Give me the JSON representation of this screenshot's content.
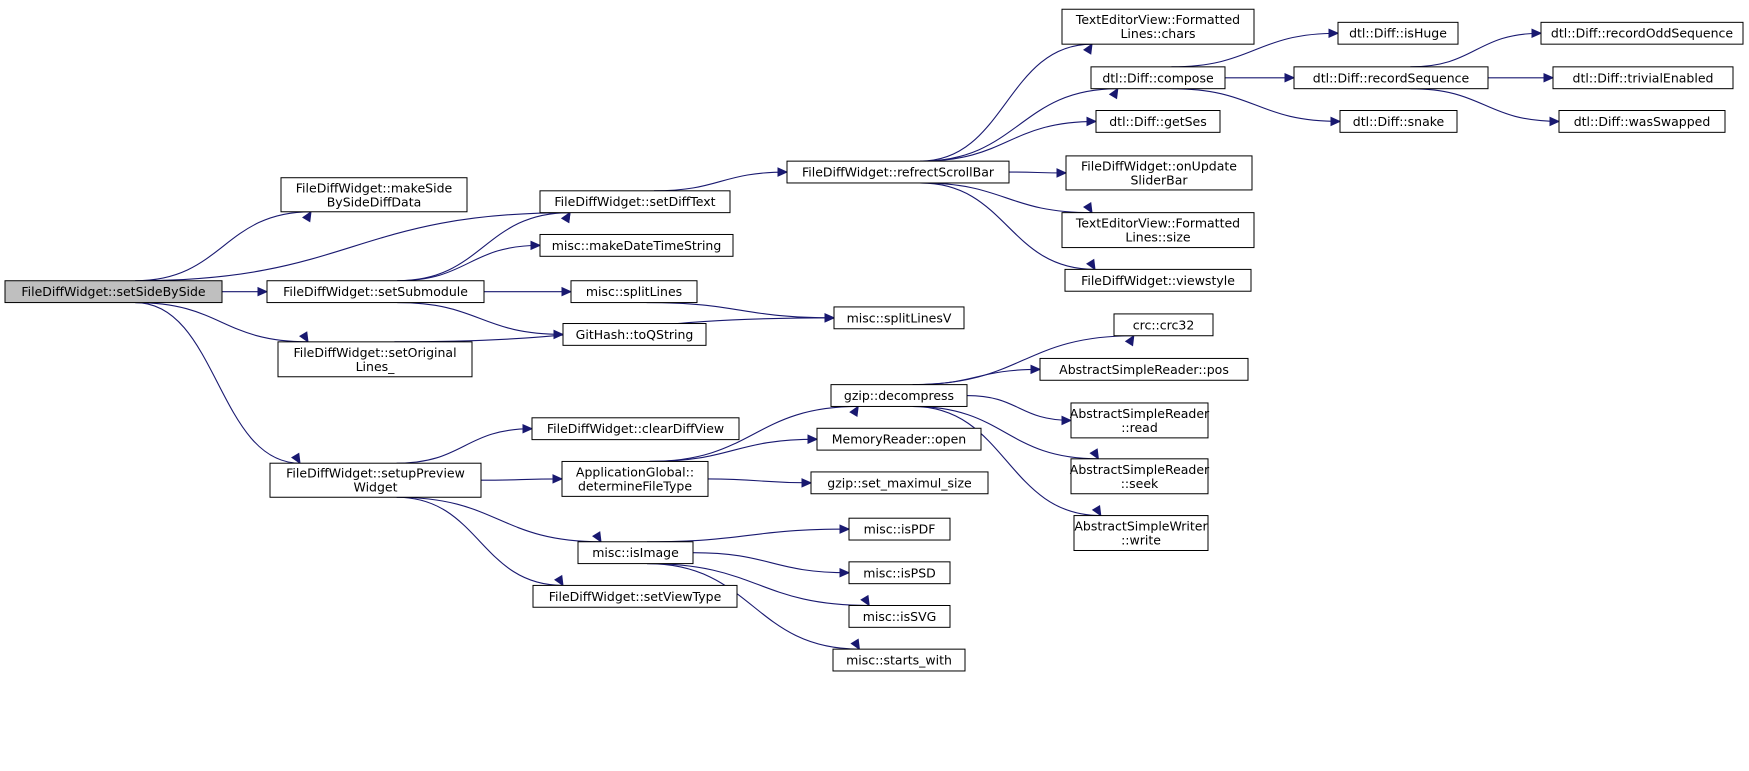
{
  "graph": {
    "edge_color": "#191970",
    "root_fill": "#bfbfbf",
    "nodes": {
      "setSideBySide": {
        "lines": [
          "FileDiffWidget::setSideBySide"
        ],
        "root": true
      },
      "makeSideBySideDiffData": {
        "lines": [
          "FileDiffWidget::makeSide",
          "BySideDiffData"
        ]
      },
      "setDiffText": {
        "lines": [
          "FileDiffWidget::setDiffText"
        ]
      },
      "setSubmodule": {
        "lines": [
          "FileDiffWidget::setSubmodule"
        ]
      },
      "setOriginalLines": {
        "lines": [
          "FileDiffWidget::setOriginal",
          "Lines_"
        ]
      },
      "setupPreviewWidget": {
        "lines": [
          "FileDiffWidget::setupPreview",
          "Widget"
        ]
      },
      "makeDateTimeString": {
        "lines": [
          "misc::makeDateTimeString"
        ]
      },
      "splitLines": {
        "lines": [
          "misc::splitLines"
        ]
      },
      "toQString": {
        "lines": [
          "GitHash::toQString"
        ]
      },
      "splitLinesV": {
        "lines": [
          "misc::splitLinesV"
        ]
      },
      "refrectScrollBar": {
        "lines": [
          "FileDiffWidget::refrectScrollBar"
        ]
      },
      "fmtChars": {
        "lines": [
          "TextEditorView::Formatted",
          "Lines::chars"
        ]
      },
      "compose": {
        "lines": [
          "dtl::Diff::compose"
        ]
      },
      "getSes": {
        "lines": [
          "dtl::Diff::getSes"
        ]
      },
      "onUpdateSliderBar": {
        "lines": [
          "FileDiffWidget::onUpdate",
          "SliderBar"
        ]
      },
      "fmtSize": {
        "lines": [
          "TextEditorView::Formatted",
          "Lines::size"
        ]
      },
      "viewstyle": {
        "lines": [
          "FileDiffWidget::viewstyle"
        ]
      },
      "isHuge": {
        "lines": [
          "dtl::Diff::isHuge"
        ]
      },
      "recordSequence": {
        "lines": [
          "dtl::Diff::recordSequence"
        ]
      },
      "snake": {
        "lines": [
          "dtl::Diff::snake"
        ]
      },
      "recordOddSequence": {
        "lines": [
          "dtl::Diff::recordOddSequence"
        ]
      },
      "trivialEnabled": {
        "lines": [
          "dtl::Diff::trivialEnabled"
        ]
      },
      "wasSwapped": {
        "lines": [
          "dtl::Diff::wasSwapped"
        ]
      },
      "clearDiffView": {
        "lines": [
          "FileDiffWidget::clearDiffView"
        ]
      },
      "determineFileType": {
        "lines": [
          "ApplicationGlobal::",
          "determineFileType"
        ]
      },
      "isImage": {
        "lines": [
          "misc::isImage"
        ]
      },
      "setViewType": {
        "lines": [
          "FileDiffWidget::setViewType"
        ]
      },
      "decompress": {
        "lines": [
          "gzip::decompress"
        ]
      },
      "memOpen": {
        "lines": [
          "MemoryReader::open"
        ]
      },
      "setMaximulSize": {
        "lines": [
          "gzip::set_maximul_size"
        ]
      },
      "isPDF": {
        "lines": [
          "misc::isPDF"
        ]
      },
      "isPSD": {
        "lines": [
          "misc::isPSD"
        ]
      },
      "isSVG": {
        "lines": [
          "misc::isSVG"
        ]
      },
      "startsWith": {
        "lines": [
          "misc::starts_with"
        ]
      },
      "crc32": {
        "lines": [
          "crc::crc32"
        ]
      },
      "readerPos": {
        "lines": [
          "AbstractSimpleReader::pos"
        ]
      },
      "readerRead": {
        "lines": [
          "AbstractSimpleReader",
          "::read"
        ]
      },
      "readerSeek": {
        "lines": [
          "AbstractSimpleReader",
          "::seek"
        ]
      },
      "writerWrite": {
        "lines": [
          "AbstractSimpleWriter",
          "::write"
        ]
      }
    },
    "edges": [
      [
        "setSideBySide",
        "makeSideBySideDiffData"
      ],
      [
        "setSideBySide",
        "setDiffText"
      ],
      [
        "setSideBySide",
        "setSubmodule"
      ],
      [
        "setSideBySide",
        "setOriginalLines"
      ],
      [
        "setSideBySide",
        "setupPreviewWidget"
      ],
      [
        "setSubmodule",
        "setDiffText"
      ],
      [
        "setSubmodule",
        "makeDateTimeString"
      ],
      [
        "setSubmodule",
        "splitLines"
      ],
      [
        "setSubmodule",
        "toQString"
      ],
      [
        "setDiffText",
        "refrectScrollBar"
      ],
      [
        "splitLines",
        "splitLinesV"
      ],
      [
        "setOriginalLines",
        "splitLinesV"
      ],
      [
        "refrectScrollBar",
        "fmtChars"
      ],
      [
        "refrectScrollBar",
        "compose"
      ],
      [
        "refrectScrollBar",
        "getSes"
      ],
      [
        "refrectScrollBar",
        "onUpdateSliderBar"
      ],
      [
        "refrectScrollBar",
        "fmtSize"
      ],
      [
        "refrectScrollBar",
        "viewstyle"
      ],
      [
        "compose",
        "isHuge"
      ],
      [
        "compose",
        "recordSequence"
      ],
      [
        "compose",
        "snake"
      ],
      [
        "recordSequence",
        "recordOddSequence"
      ],
      [
        "recordSequence",
        "trivialEnabled"
      ],
      [
        "recordSequence",
        "wasSwapped"
      ],
      [
        "setupPreviewWidget",
        "clearDiffView"
      ],
      [
        "setupPreviewWidget",
        "determineFileType"
      ],
      [
        "setupPreviewWidget",
        "isImage"
      ],
      [
        "setupPreviewWidget",
        "setViewType"
      ],
      [
        "determineFileType",
        "decompress"
      ],
      [
        "determineFileType",
        "memOpen"
      ],
      [
        "determineFileType",
        "setMaximulSize"
      ],
      [
        "decompress",
        "crc32"
      ],
      [
        "decompress",
        "readerPos"
      ],
      [
        "decompress",
        "readerRead"
      ],
      [
        "decompress",
        "readerSeek"
      ],
      [
        "decompress",
        "writerWrite"
      ],
      [
        "isImage",
        "isPDF"
      ],
      [
        "isImage",
        "isPSD"
      ],
      [
        "isImage",
        "isSVG"
      ],
      [
        "isImage",
        "startsWith"
      ]
    ]
  }
}
